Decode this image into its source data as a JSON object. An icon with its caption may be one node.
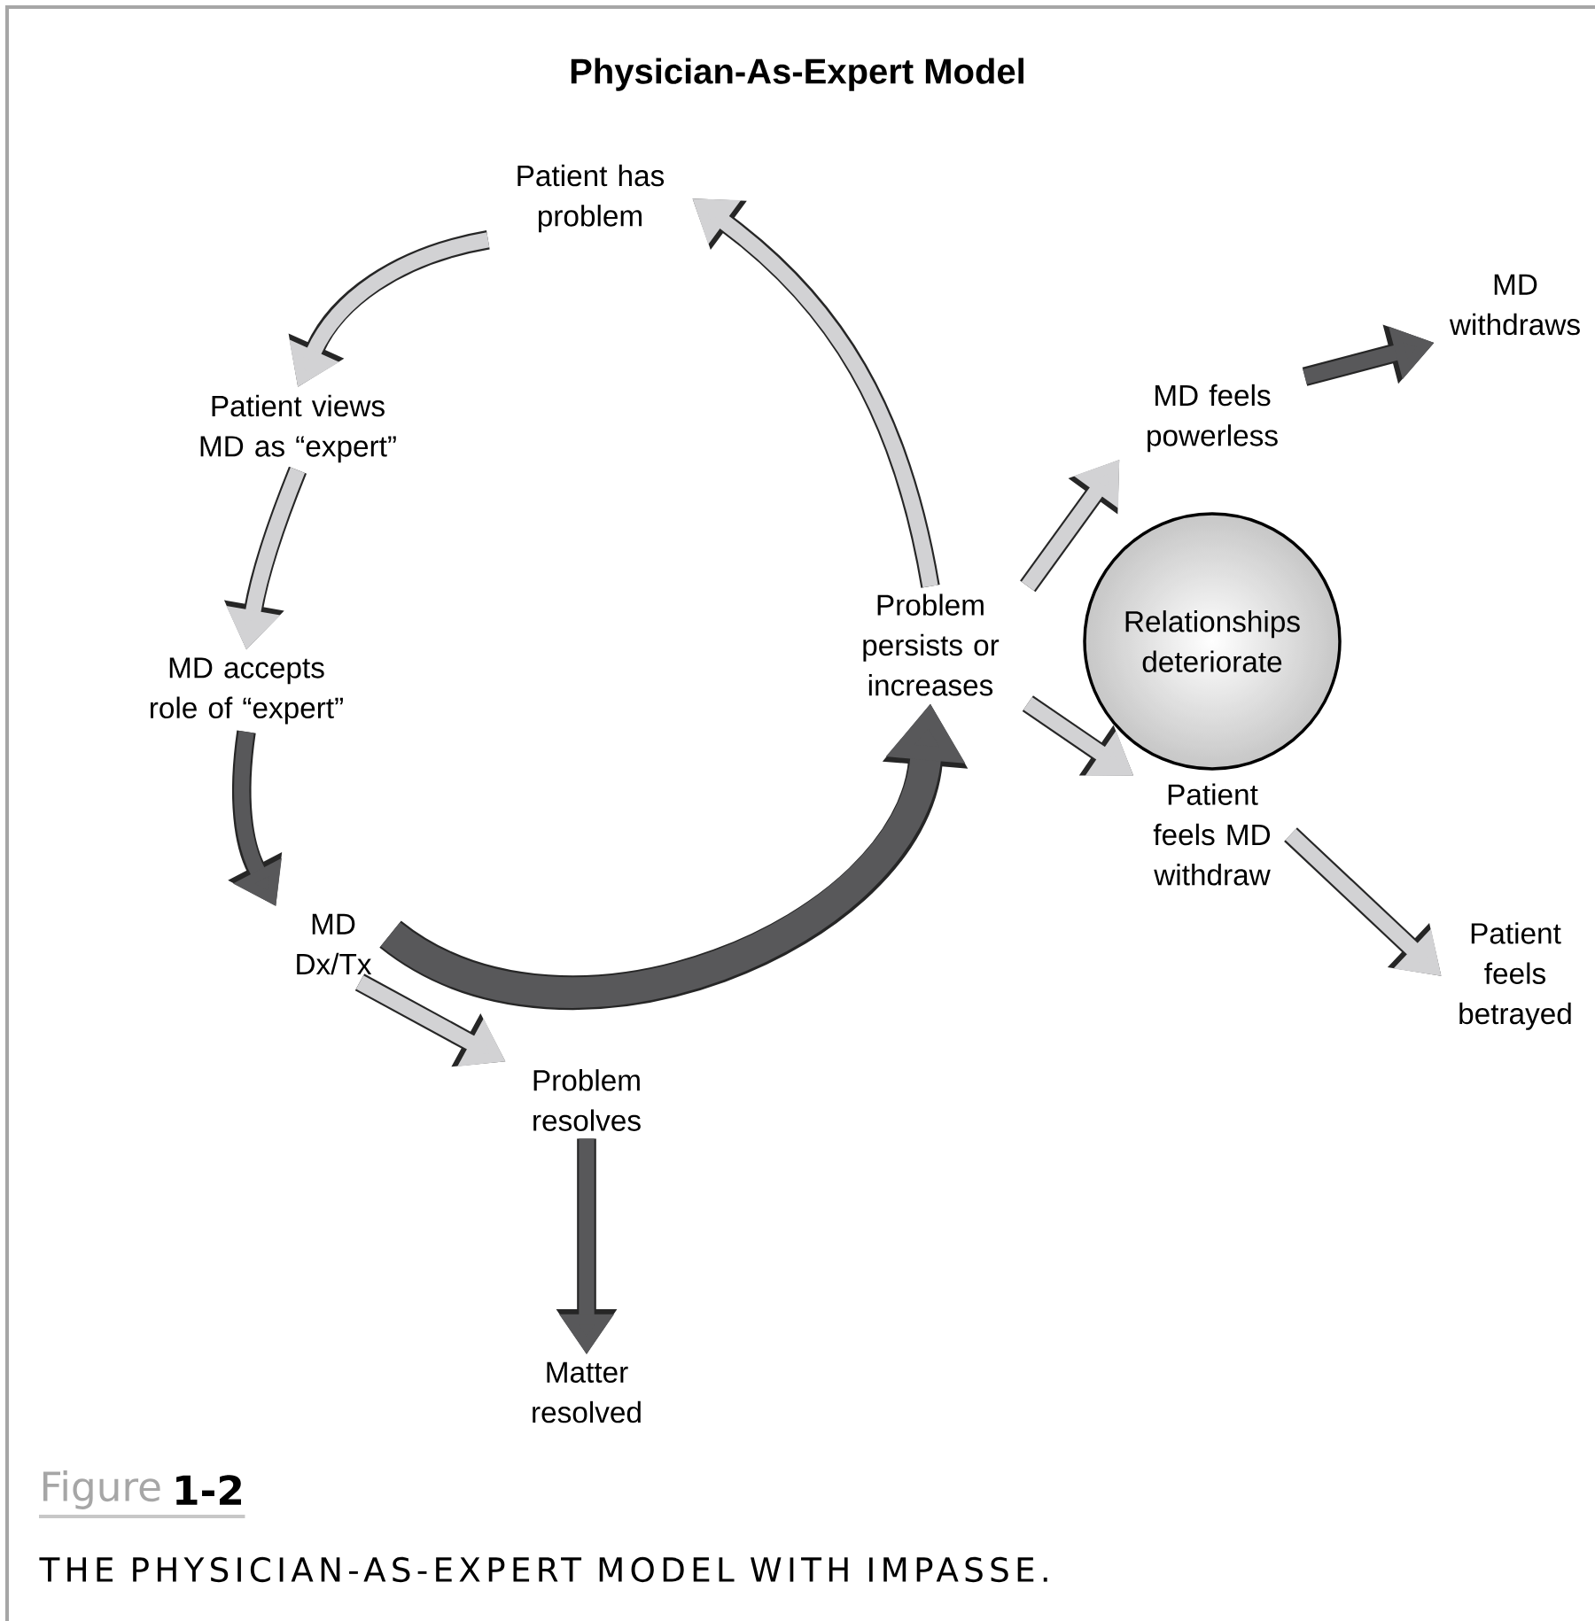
{
  "diagram": {
    "title": "Physician-As-Expert Model",
    "caption": "THE PHYSICIAN-AS-EXPERT MODEL WITH IMPASSE.",
    "nodes": [
      {
        "text": [
          "Patient has problem"
        ]
      },
      {
        "text": [
          "Patient views MD as “expert”"
        ]
      },
      {
        "text": [
          "MD accepts role of “expert”"
        ]
      },
      {
        "text": [
          "MD Dx/Tx"
        ]
      },
      {
        "text": [
          "Problem resolves"
        ]
      },
      {
        "text": [
          "Matter resolved"
        ]
      },
      {
        "text": [
          "Problem persists or increases"
        ]
      },
      {
        "text": [
          "MD feels powerless"
        ]
      },
      {
        "text": [
          "MD withdraws"
        ]
      },
      {
        "text": [
          "Relationships deteriorate"
        ]
      },
      {
        "text": [
          "Patient feels MD withdraw"
        ]
      },
      {
        "text": [
          "Patient feels betrayed"
        ]
      }
    ],
    "edges": [
      {
        "from": 0,
        "to": 1,
        "arrow": "to"
      },
      {
        "from": 1,
        "to": 2,
        "arrow": "to"
      },
      {
        "from": 2,
        "to": 3,
        "arrow": "to",
        "color": "#58585a"
      },
      {
        "from": 3,
        "to": 6,
        "arrow": "to",
        "style": "thick",
        "color": "#58585a"
      },
      {
        "from": 6,
        "to": 0,
        "arrow": "to"
      },
      {
        "from": 3,
        "to": 4,
        "arrow": "to"
      },
      {
        "from": 4,
        "to": 5,
        "arrow": "to",
        "color": "#58585a"
      },
      {
        "from": 6,
        "to": 7,
        "arrow": "to"
      },
      {
        "from": 7,
        "to": 8,
        "arrow": "to",
        "color": "#58585a"
      },
      {
        "from": 6,
        "to": 10,
        "arrow": "to"
      },
      {
        "from": 10,
        "to": 11,
        "arrow": "to"
      }
    ],
    "labels": [
      "Figure",
      "1-2"
    ]
  }
}
